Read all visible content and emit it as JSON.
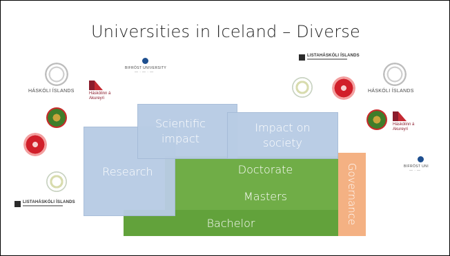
{
  "slide": {
    "title": "Universities in Iceland – Diverse"
  },
  "diagram": {
    "levels": [
      "Doctorate",
      "Masters",
      "Bachelor"
    ],
    "dimensions": [
      "Research",
      "Scientific impact",
      "Impact on society"
    ],
    "side_label": "Governance",
    "colors": {
      "levels": "#70ad47",
      "dimensions": "#b8cce4",
      "governance": "#f4b183"
    }
  },
  "logos": {
    "university_of_iceland": "HÁSKÓLI ÍSLANDS",
    "university_of_akureyri": "Háskólinn á Akureyri"
  }
}
